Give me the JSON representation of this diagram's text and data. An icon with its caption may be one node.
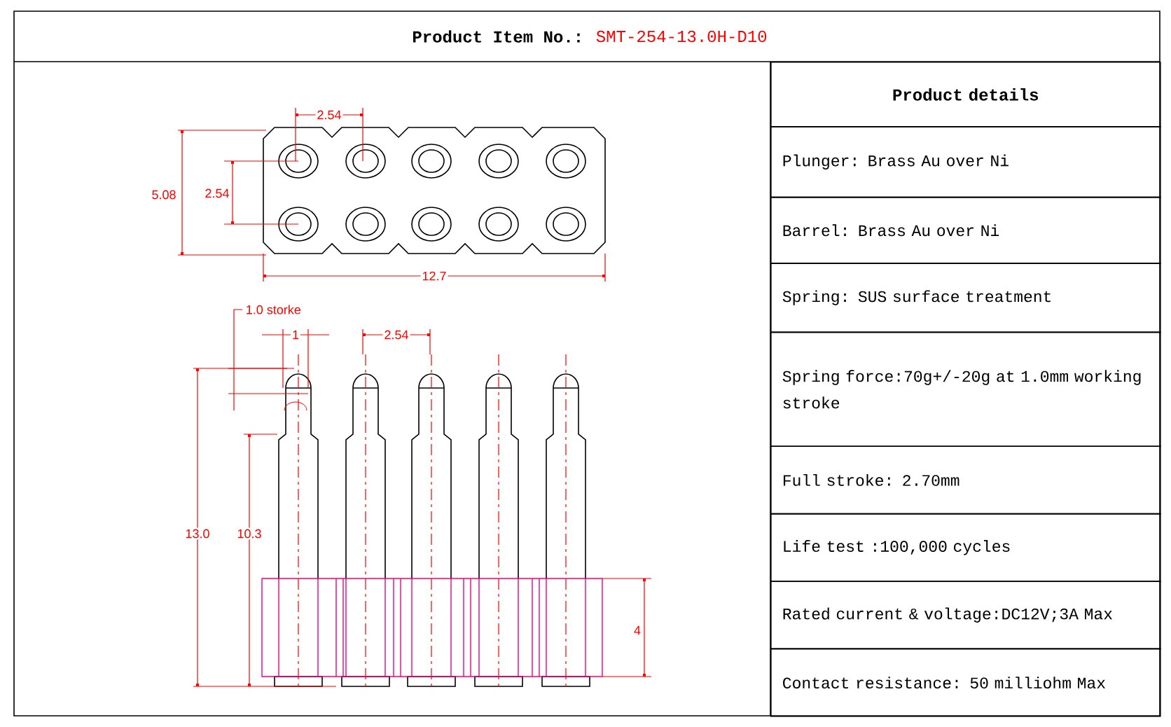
{
  "diagram": {
    "labels": [
      "Product Item No.:",
      "SMT-254-13.0H-D10",
      "2.54",
      "5.08",
      "2.54",
      "12.7",
      "1.0 storke",
      "1",
      "2.54",
      "13.0",
      "10.3",
      "4",
      "Product details",
      "Plunger: Brass Au over Ni",
      "Barrel: Brass Au over Ni",
      "Spring: SUS surface treatment",
      "Spring force:70g+/-20g at 1.0mm working stroke",
      "Full stroke: 2.70mm",
      "Life test :100,000 cycles",
      "Rated current & voltage:DC12V;3A Max",
      "Contact resistance: 50 milliohm Max"
    ]
  }
}
